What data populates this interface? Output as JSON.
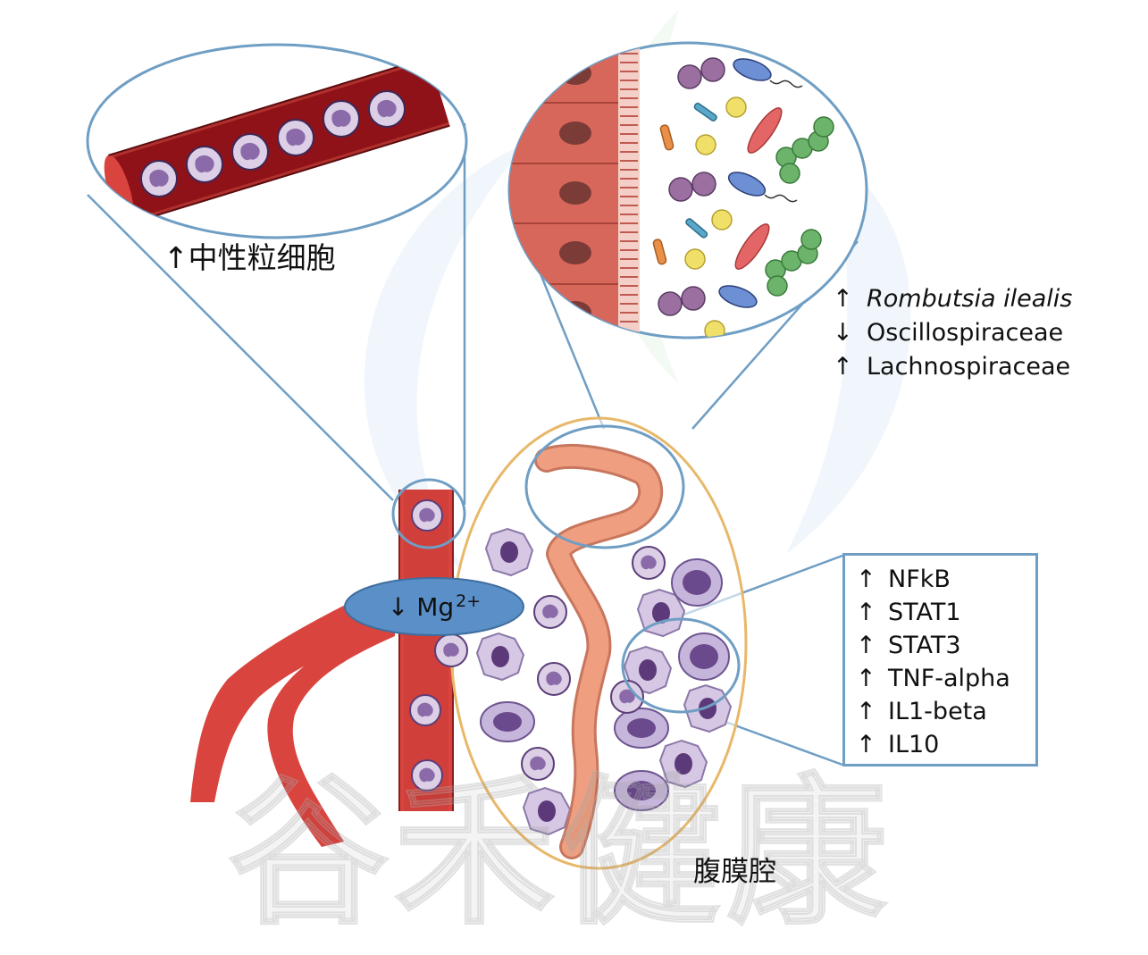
{
  "labels": {
    "neutrophil": "↑中性粒细胞",
    "cavity": "腹膜腔",
    "magnesium": {
      "prefix": "↓ Mg",
      "charge": "2+"
    }
  },
  "microbiota": [
    {
      "arrow": "↑",
      "name": "Rombutsia ilealis",
      "italic": true
    },
    {
      "arrow": "↓",
      "name": "Oscillospiraceae",
      "italic": false
    },
    {
      "arrow": "↑",
      "name": "Lachnospiraceae",
      "italic": false
    }
  ],
  "cytokines": [
    {
      "arrow": "↑",
      "name": "NFkB"
    },
    {
      "arrow": "↑",
      "name": "STAT1"
    },
    {
      "arrow": "↑",
      "name": "STAT3"
    },
    {
      "arrow": "↑",
      "name": "TNF-alpha"
    },
    {
      "arrow": "↑",
      "name": "IL1-beta"
    },
    {
      "arrow": "↑",
      "name": "IL10"
    }
  ],
  "watermark": "谷禾健康",
  "colors": {
    "vessel": "#d9443f",
    "vessel_dark": "#b8302d",
    "zoom_outline": "#6f9ec4",
    "cavity_outline": "#e8b86a",
    "mg_ellipse": "#5b8fc8",
    "intestine": "#ef9f80",
    "neutrophil_purple": "#8a6aa8",
    "epithelium": "#d7675b"
  }
}
